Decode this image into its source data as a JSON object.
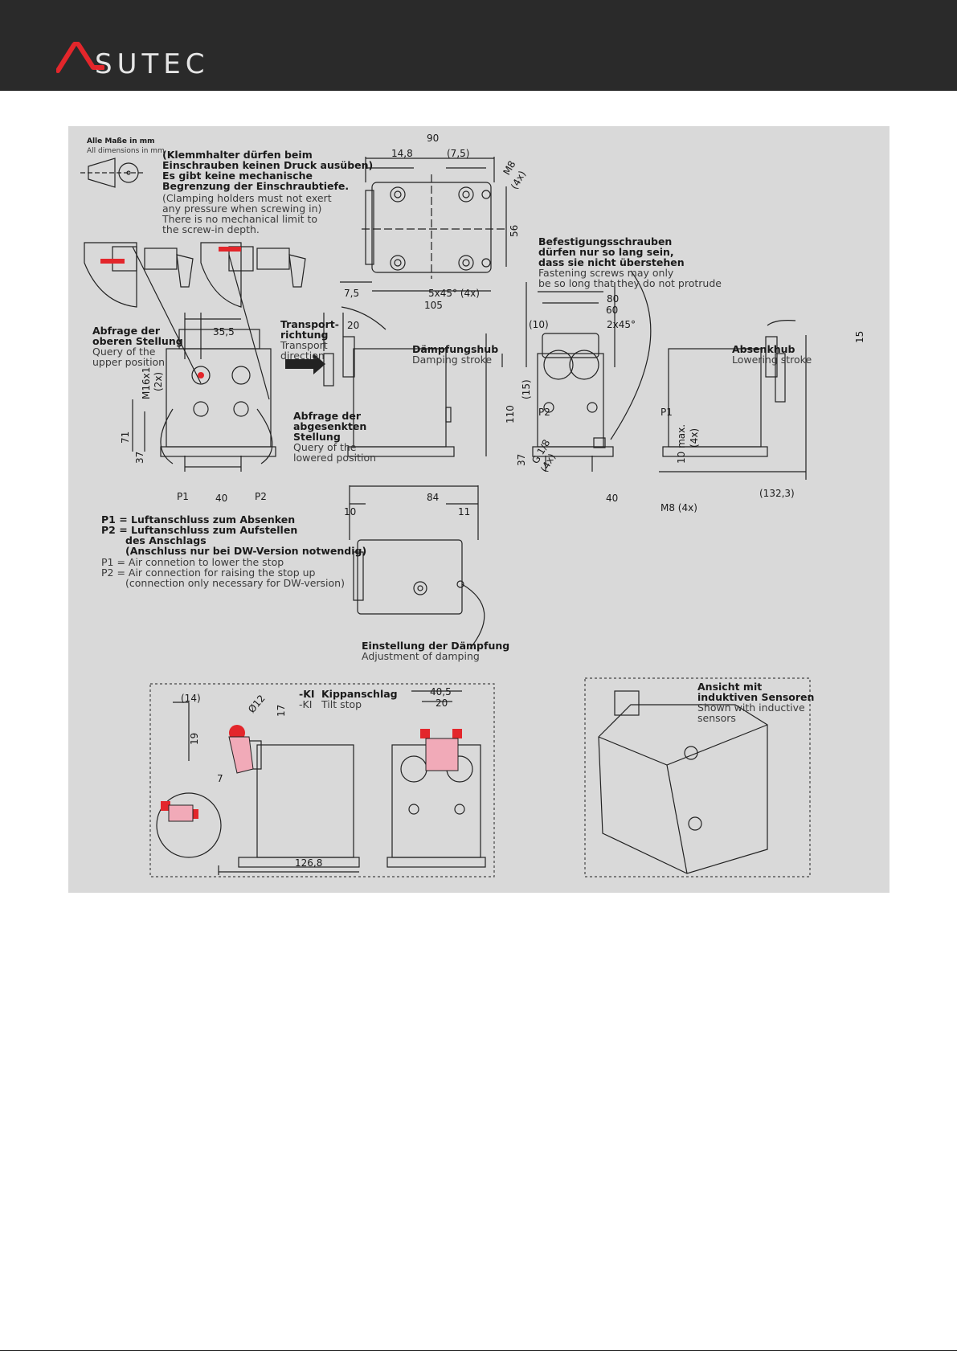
{
  "brand": {
    "logo_text": "SUTEC",
    "accent": "#e3262b"
  },
  "legend": {
    "all_dims_de": "Alle Maße in mm",
    "all_dims_en": "All dimensions in mm"
  },
  "note_clamp": {
    "de1": "(Klemmhalter dürfen beim",
    "de2": "Einschrauben keinen Druck ausüben)",
    "de3": "Es gibt keine mechanische",
    "de4": "Begrenzung der Einschraubtiefe.",
    "en1": "(Clamping holders must not exert",
    "en2": "any pressure when screwing in)",
    "en3": "There is no mechanical limit to",
    "en4": "the screw-in depth."
  },
  "note_fastening": {
    "de1": "Befestigungsschrauben",
    "de2": "dürfen nur so lang sein,",
    "de3": "dass sie nicht überstehen",
    "en1": "Fastening screws may only",
    "en2": "be so long that they do not protrude"
  },
  "upper_query": {
    "de1": "Abfrage der",
    "de2": "oberen Stellung",
    "en1": "Query of the",
    "en2": "upper position"
  },
  "lowered_query": {
    "de1": "Abfrage der",
    "de2": "abgesenkten",
    "de3": "Stellung",
    "en1": "Query of the",
    "en2": "lowered position"
  },
  "transport": {
    "de1": "Transport-",
    "de2": "richtung",
    "en1": "Transport",
    "en2": "direction"
  },
  "damping_stroke": {
    "de": "Dämpfungshub",
    "en": "Damping stroke"
  },
  "lowering_stroke": {
    "de": "Absenkhub",
    "en": "Lowering stroke"
  },
  "air": {
    "de1": "P1 = Luftanschluss zum Absenken",
    "de2": "P2 = Luftanschluss zum Aufstellen",
    "de3": "des Anschlags",
    "de4": "(Anschluss nur bei DW-Version notwendig)",
    "en1": "P1 = Air connetion to lower the stop",
    "en2": "P2 = Air connection for raising the stop up",
    "en3": "(connection only necessary for DW-version)"
  },
  "damping_adjust": {
    "de": "Einstellung der Dämpfung",
    "en": "Adjustment of damping"
  },
  "tilt": {
    "code_de": "-KI",
    "de": "Kippanschlag",
    "code_en": "-KI",
    "en": "Tilt stop"
  },
  "sensors": {
    "de1": "Ansicht mit",
    "de2": "induktiven Sensoren",
    "en1": "Shown with inductive",
    "en2": "sensors"
  },
  "dims": {
    "d90": "90",
    "d14_8": "14,8",
    "d7_5a": "(7,5)",
    "m8_4x": "M8",
    "x4a": "(4x)",
    "d56": "56",
    "d7_5b": "7,5",
    "chamfer": "5x45° (4x)",
    "d105": "105",
    "d35_5": "35,5",
    "m16": "M16x1",
    "x2": "(2x)",
    "d71": "71",
    "d37a": "37",
    "p1a": "P1",
    "d40a": "40",
    "p2a": "P2",
    "d20": "20",
    "d80": "80",
    "d60": "60",
    "d10p": "(10)",
    "c2x45": "2x45°",
    "d15p": "(15)",
    "d110": "110",
    "p2b": "P2",
    "p1b": "P1",
    "d37b": "37",
    "g18": "G 1/8",
    "x4b": "(4x)",
    "d10max": "10 max.",
    "x4c": "(4x)",
    "d40b": "40",
    "m8b": "M8 (4x)",
    "d15": "15",
    "d132": "(132,3)",
    "d84": "84",
    "d10": "10",
    "d11": "11",
    "d14p": "(14)",
    "phi12": "Ø12",
    "d17": "17",
    "d19": "19",
    "d7": "7",
    "d126": "126,8",
    "d40_5": "40,5",
    "d20b": "20"
  }
}
